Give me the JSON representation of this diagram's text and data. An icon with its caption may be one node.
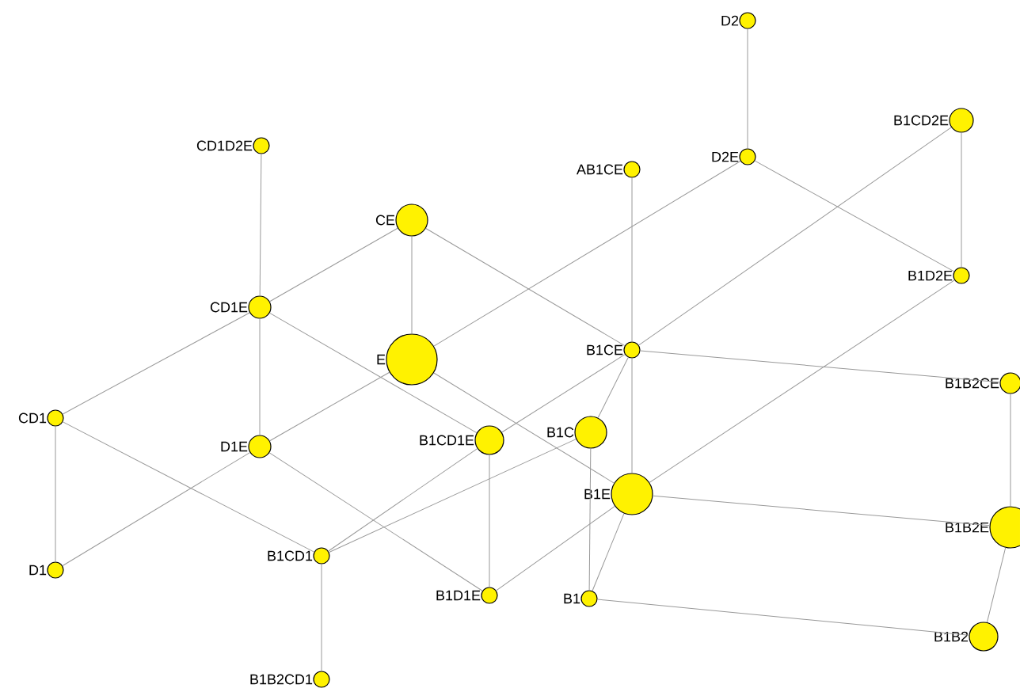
{
  "diagram": {
    "nodes": [
      {
        "text": [
          "D2"
        ]
      },
      {
        "text": [
          "B1CD2E"
        ]
      },
      {
        "text": [
          "CD1D2E"
        ]
      },
      {
        "text": [
          "AB1CE"
        ]
      },
      {
        "text": [
          "D2E"
        ]
      },
      {
        "text": [
          "CE"
        ]
      },
      {
        "text": [
          "B1D2E"
        ]
      },
      {
        "text": [
          "CD1E"
        ]
      },
      {
        "text": [
          "B1CE"
        ]
      },
      {
        "text": [
          "E"
        ]
      },
      {
        "text": [
          "B1B2CE"
        ]
      },
      {
        "text": [
          "CD1"
        ]
      },
      {
        "text": [
          "B1C"
        ]
      },
      {
        "text": [
          "D1E"
        ]
      },
      {
        "text": [
          "B1CD1E"
        ]
      },
      {
        "text": [
          "B1E"
        ]
      },
      {
        "text": [
          "B1B2E"
        ]
      },
      {
        "text": [
          "D1"
        ]
      },
      {
        "text": [
          "B1CD1"
        ]
      },
      {
        "text": [
          "B1D1E"
        ]
      },
      {
        "text": [
          "B1"
        ]
      },
      {
        "text": [
          "B1B2"
        ]
      },
      {
        "text": [
          "B1B2CD1"
        ]
      }
    ],
    "edges": [
      {
        "from": 0,
        "to": 4,
        "arrow": "none"
      },
      {
        "from": 4,
        "to": 9,
        "arrow": "none"
      },
      {
        "from": 4,
        "to": 6,
        "arrow": "none"
      },
      {
        "from": 1,
        "to": 6,
        "arrow": "none"
      },
      {
        "from": 1,
        "to": 8,
        "arrow": "none"
      },
      {
        "from": 6,
        "to": 15,
        "arrow": "none"
      },
      {
        "from": 2,
        "to": 7,
        "arrow": "none"
      },
      {
        "from": 5,
        "to": 7,
        "arrow": "none"
      },
      {
        "from": 5,
        "to": 9,
        "arrow": "none"
      },
      {
        "from": 5,
        "to": 8,
        "arrow": "none"
      },
      {
        "from": 3,
        "to": 8,
        "arrow": "none"
      },
      {
        "from": 7,
        "to": 11,
        "arrow": "none"
      },
      {
        "from": 7,
        "to": 13,
        "arrow": "none"
      },
      {
        "from": 7,
        "to": 14,
        "arrow": "none"
      },
      {
        "from": 9,
        "to": 13,
        "arrow": "none"
      },
      {
        "from": 9,
        "to": 15,
        "arrow": "none"
      },
      {
        "from": 11,
        "to": 17,
        "arrow": "none"
      },
      {
        "from": 11,
        "to": 18,
        "arrow": "none"
      },
      {
        "from": 13,
        "to": 17,
        "arrow": "none"
      },
      {
        "from": 13,
        "to": 19,
        "arrow": "none"
      },
      {
        "from": 14,
        "to": 18,
        "arrow": "none"
      },
      {
        "from": 14,
        "to": 19,
        "arrow": "none"
      },
      {
        "from": 18,
        "to": 12,
        "arrow": "none"
      },
      {
        "from": 18,
        "to": 22,
        "arrow": "none"
      },
      {
        "from": 8,
        "to": 14,
        "arrow": "none"
      },
      {
        "from": 8,
        "to": 12,
        "arrow": "none"
      },
      {
        "from": 8,
        "to": 15,
        "arrow": "none"
      },
      {
        "from": 8,
        "to": 10,
        "arrow": "none"
      },
      {
        "from": 12,
        "to": 20,
        "arrow": "none"
      },
      {
        "from": 15,
        "to": 19,
        "arrow": "none"
      },
      {
        "from": 15,
        "to": 20,
        "arrow": "none"
      },
      {
        "from": 15,
        "to": 16,
        "arrow": "none"
      },
      {
        "from": 10,
        "to": 16,
        "arrow": "none"
      },
      {
        "from": 16,
        "to": 21,
        "arrow": "none"
      },
      {
        "from": 20,
        "to": 21,
        "arrow": "none"
      }
    ]
  }
}
